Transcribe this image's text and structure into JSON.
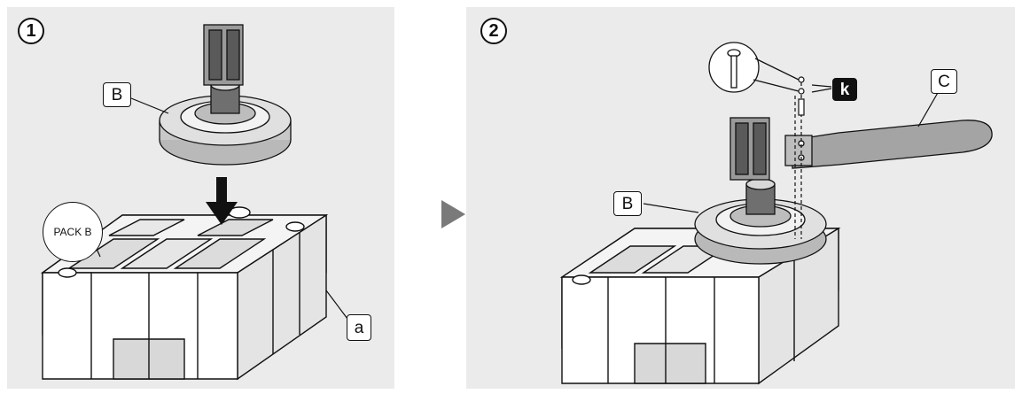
{
  "steps": [
    {
      "number": "1",
      "labels": {
        "motor_unit": "B",
        "base": "a",
        "pack": "PACK B"
      }
    },
    {
      "number": "2",
      "labels": {
        "motor_unit": "B",
        "blade": "C",
        "screw": "k"
      }
    }
  ],
  "colors": {
    "panel_background": "#ebebeb",
    "blade_fill": "#a4a4a4",
    "motor_fill": "#c8c8c8",
    "arrow_fill": "#111111",
    "next_step_arrow": "#7a7a7a"
  }
}
